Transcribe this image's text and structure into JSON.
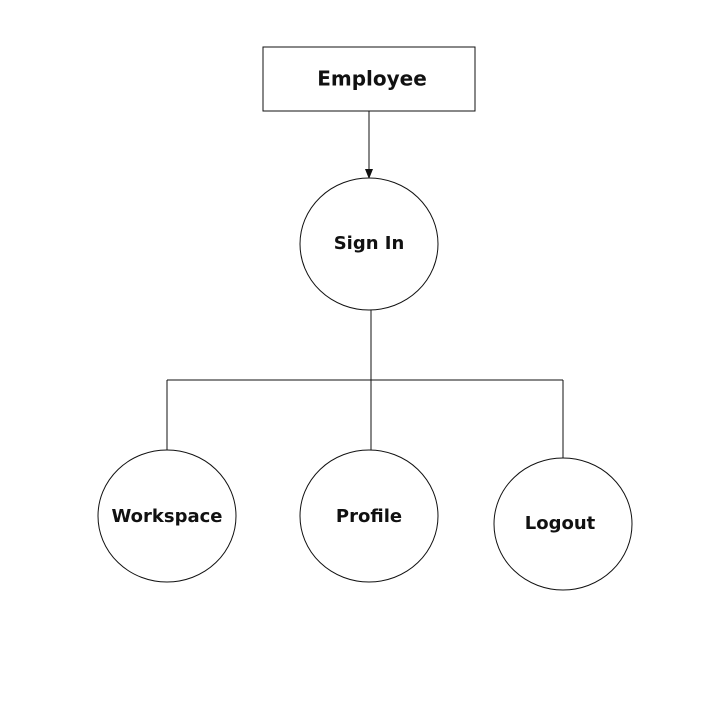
{
  "diagram": {
    "nodes": {
      "employee": {
        "label": "Employee",
        "shape": "rectangle"
      },
      "sign_in": {
        "label": "Sign In",
        "shape": "circle"
      },
      "workspace": {
        "label": "Workspace",
        "shape": "circle"
      },
      "profile": {
        "label": "Profile",
        "shape": "circle"
      },
      "logout": {
        "label": "Logout",
        "shape": "circle"
      }
    },
    "edges": [
      {
        "from": "Employee",
        "to": "Sign In",
        "arrow": true
      },
      {
        "from": "Sign In",
        "to": "Workspace",
        "arrow": false
      },
      {
        "from": "Sign In",
        "to": "Profile",
        "arrow": false
      },
      {
        "from": "Sign In",
        "to": "Logout",
        "arrow": false
      }
    ],
    "colors": {
      "stroke": "#111111",
      "fill": "#ffffff",
      "text": "#111111"
    }
  }
}
